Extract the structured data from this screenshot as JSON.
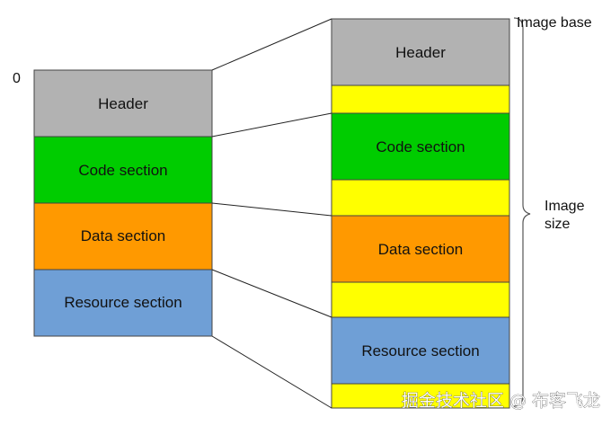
{
  "left_column": {
    "origin_label": "0",
    "blocks": [
      {
        "label": "Header",
        "color": "#b2b2b2"
      },
      {
        "label": "Code section",
        "color": "#00cc00"
      },
      {
        "label": "Data section",
        "color": "#ff9900"
      },
      {
        "label": "Resource section",
        "color": "#6f9fd6"
      }
    ]
  },
  "right_column": {
    "blocks": [
      {
        "label": "Header",
        "color": "#b2b2b2"
      },
      {
        "label": "",
        "color": "#ffff00"
      },
      {
        "label": "Code section",
        "color": "#00cc00"
      },
      {
        "label": "",
        "color": "#ffff00"
      },
      {
        "label": "Data section",
        "color": "#ff9900"
      },
      {
        "label": "",
        "color": "#ffff00"
      },
      {
        "label": "Resource section",
        "color": "#6f9fd6"
      },
      {
        "label": "",
        "color": "#ffff00"
      }
    ]
  },
  "image_base_label": "Image base",
  "image_size_label": [
    "Image",
    "size"
  ],
  "watermark": "掘金技术社区 @ 布客飞龙"
}
